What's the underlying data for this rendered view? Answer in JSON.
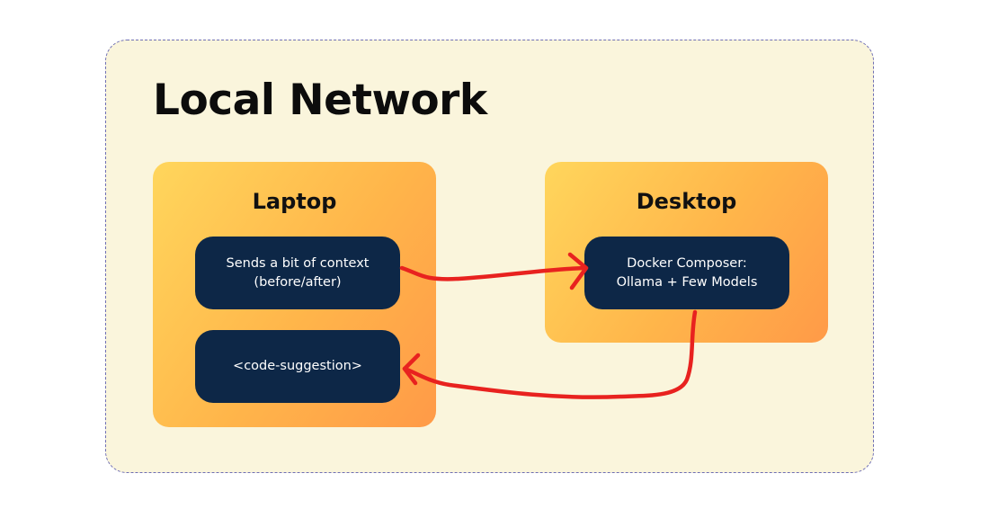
{
  "network": {
    "title": "Local Network"
  },
  "laptop": {
    "title": "Laptop",
    "context_node": {
      "line1": "Sends a bit of context",
      "line2": "(before/after)"
    },
    "suggestion_node": {
      "label": "<code-suggestion>"
    }
  },
  "desktop": {
    "title": "Desktop",
    "docker_node": {
      "line1": "Docker Composer:",
      "line2": "Ollama + Few Models"
    }
  },
  "colors": {
    "frame_bg": "#faf5dc",
    "frame_border": "#6f6fb5",
    "device_gradient_start": "#ffd65c",
    "device_gradient_end": "#ff9a48",
    "node_bg": "#0d2747",
    "arrow": "#e8221f"
  }
}
